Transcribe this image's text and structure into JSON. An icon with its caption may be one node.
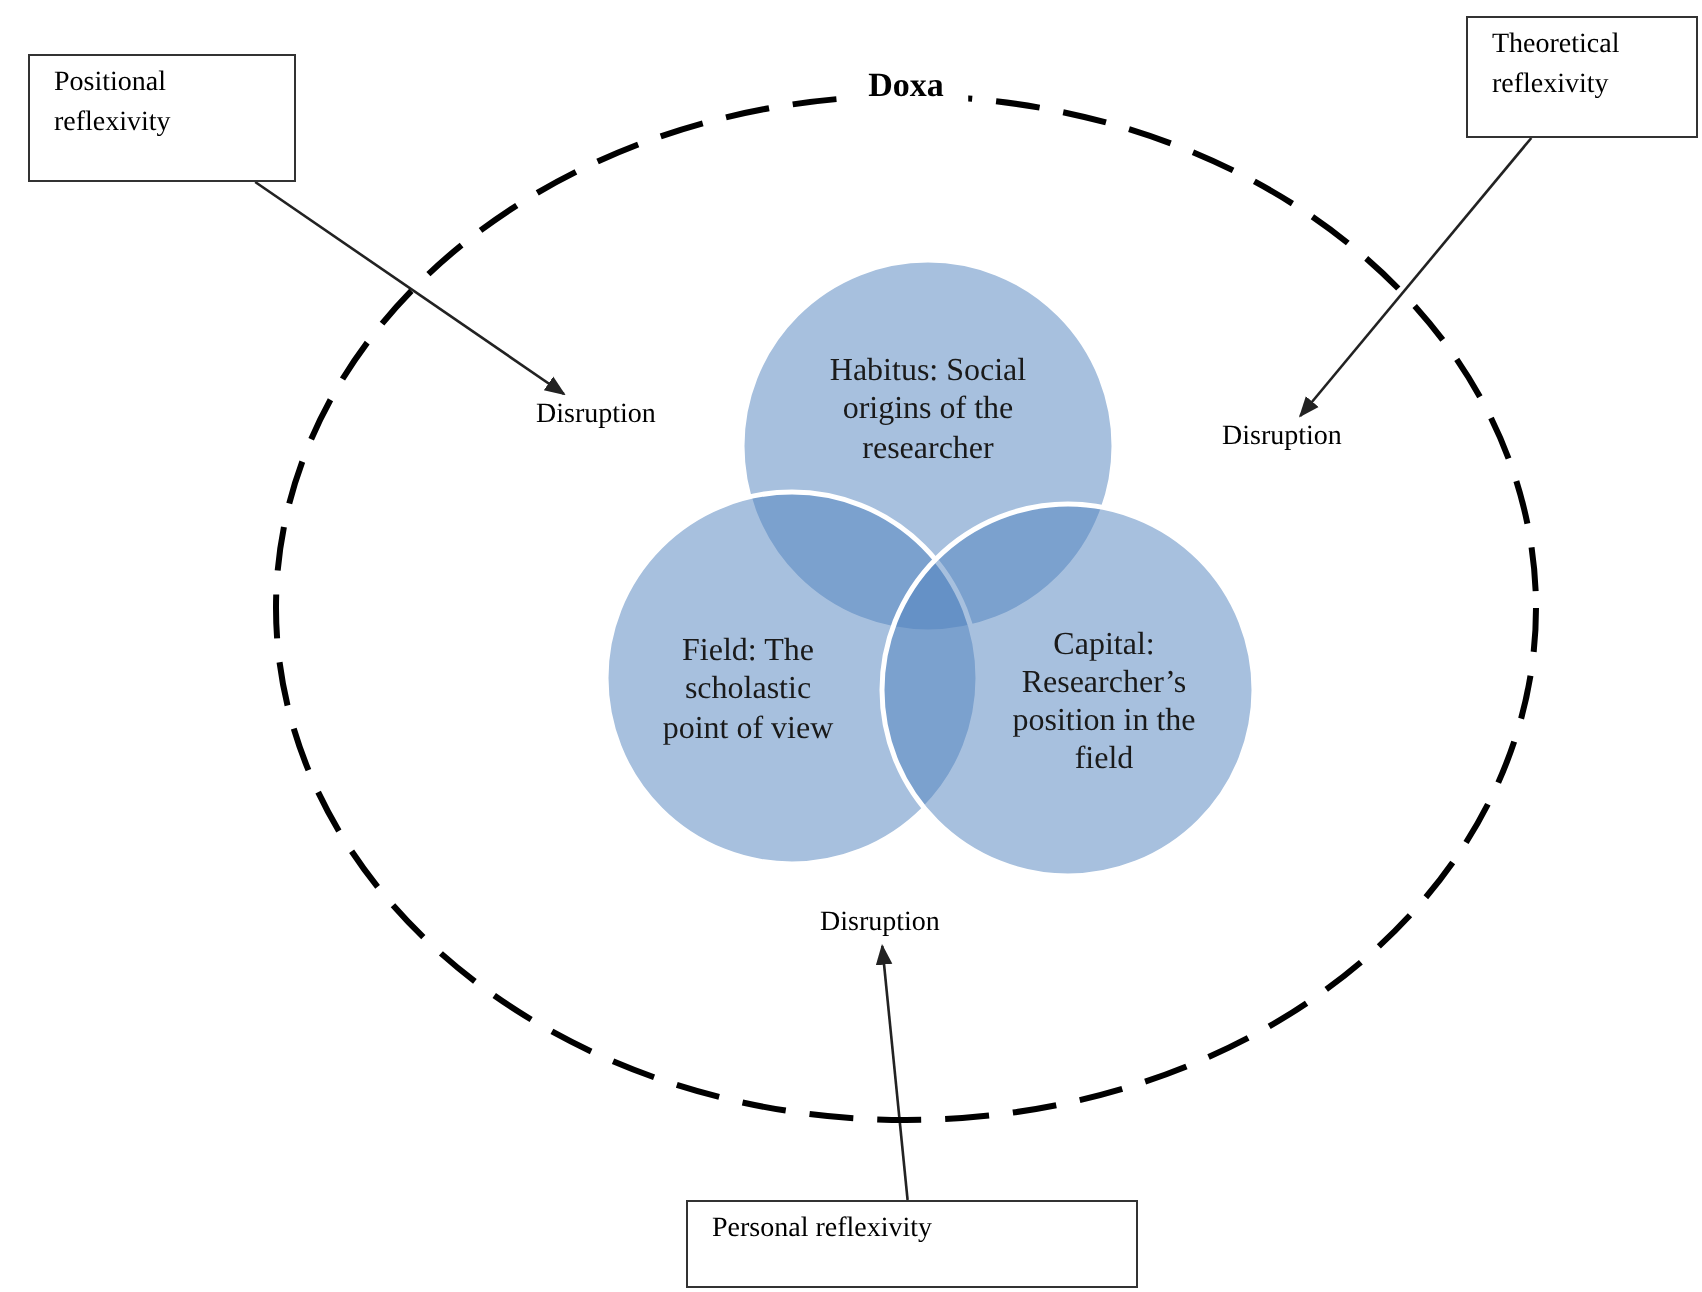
{
  "diagram": {
    "nodes": [
      {
        "text": [
          "Doxa"
        ]
      },
      {
        "text": [
          "Habitus: Social origins of the researcher"
        ],
        "in": 0
      },
      {
        "text": [
          "Field: The scholastic point of view"
        ],
        "in": 0
      },
      {
        "text": [
          "Capital: Researcher’s position in the field"
        ],
        "in": 0
      },
      {
        "text": [
          "Disruption"
        ],
        "in": 0
      },
      {
        "text": [
          "Disruption"
        ],
        "in": 0
      },
      {
        "text": [
          "Disruption"
        ],
        "in": 0
      },
      {
        "text": [
          "Positional reflexivity"
        ]
      },
      {
        "text": [
          "Theoretical reflexivity"
        ]
      },
      {
        "text": [
          "Personal reflexivity"
        ]
      }
    ],
    "edges": [
      {
        "from": 7,
        "to": 4,
        "arrow": "to"
      },
      {
        "from": 8,
        "to": 5,
        "arrow": "to"
      },
      {
        "from": 9,
        "to": 6,
        "arrow": "to"
      }
    ]
  }
}
